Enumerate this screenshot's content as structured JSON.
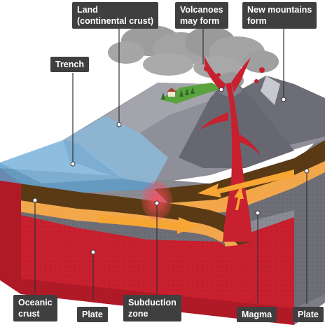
{
  "labels": {
    "land": {
      "line1": "Land",
      "line2": "(continental crust)"
    },
    "volcanoes": {
      "line1": "Volcanoes",
      "line2": "may form"
    },
    "mountains": {
      "line1": "New mountains",
      "line2": "form"
    },
    "trench": {
      "line1": "Trench"
    },
    "oceanic": {
      "line1": "Oceanic",
      "line2": "crust"
    },
    "plate_left": {
      "line1": "Plate"
    },
    "subduction": {
      "line1": "Subduction",
      "line2": "zone"
    },
    "magma": {
      "line1": "Magma"
    },
    "plate_right": {
      "line1": "Plate"
    }
  },
  "colors": {
    "ocean": "#6fa9d2",
    "land": "#8e8e98",
    "mantle": "#c8202e",
    "crust_brown": "#5a3a14",
    "arrow": "#f7a533",
    "label_bg": "#3f3f3f",
    "smoke": "#9a9a9a",
    "grass": "#5aa33c"
  }
}
